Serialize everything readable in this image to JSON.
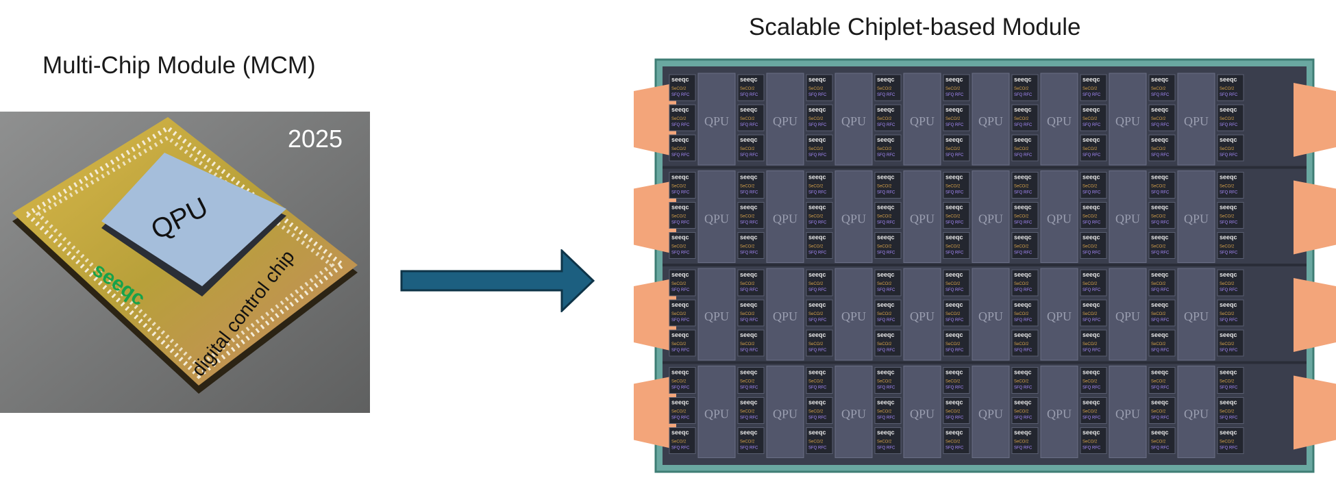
{
  "left": {
    "title": "Multi-Chip Module (MCM)",
    "year": "2025",
    "chip_label": "QPU",
    "control_chip_label": "digital control chip",
    "logo": "seeqc"
  },
  "right": {
    "title": "Scalable Chiplet-based Module",
    "qpu_label": "QPU",
    "grid_rows": 4,
    "qpus_per_row": 8,
    "controller_logo": "seeqc",
    "controller_subtext": [
      "SeCO/2",
      "SFQ RFC"
    ]
  },
  "colors": {
    "arrow": "#1c5f80",
    "module_border": "#5fa49a",
    "chiplet": "#52566b",
    "connector": "#f3a57a",
    "pcb_gold": "#c9a43a"
  }
}
